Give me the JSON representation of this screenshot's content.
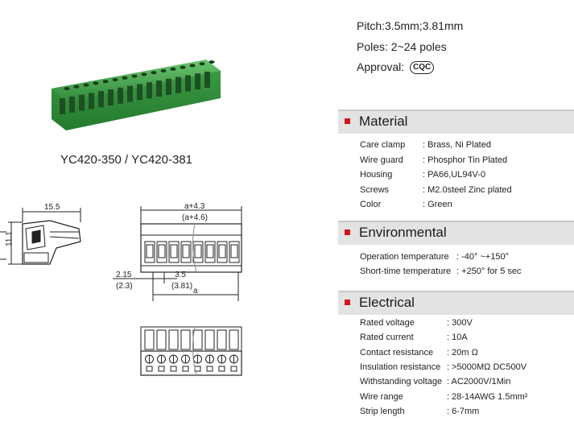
{
  "top_specs": {
    "pitch": "Pitch:3.5mm;3.81mm",
    "poles": "Poles: 2~24 poles",
    "approval_label": "Approval:",
    "approval_mark": "CQC"
  },
  "product": {
    "model": "YC420-350 / YC420-381"
  },
  "drawing": {
    "side_width": "15.5",
    "side_height": "11.1",
    "top_dim1": "a+4.3",
    "top_dim2": "(a+4.6)",
    "left_dim1": "2.15",
    "left_dim2": "(2.3)",
    "pitch_dim1": "3.5",
    "pitch_dim2": "(3.81)",
    "bottom_dim": "a"
  },
  "material": {
    "title": "Material",
    "rows": [
      {
        "k": "Care clamp",
        "v": ": Brass, Ni Plated"
      },
      {
        "k": "Wire guard",
        "v": ": Phosphor Tin Plated"
      },
      {
        "k": "Housing",
        "v": ": PA66,UL94V-0"
      },
      {
        "k": "Screws",
        "v": ": M2.0steel Zinc plated"
      },
      {
        "k": "Color",
        "v": ": Green"
      }
    ]
  },
  "environmental": {
    "title": "Environmental",
    "rows": [
      {
        "k": "Operation temperature",
        "v": ": -40°  ~+150°"
      },
      {
        "k": "Short-time temperature",
        "v": ": +250° for 5 sec"
      }
    ]
  },
  "electrical": {
    "title": "Electrical",
    "rows": [
      {
        "k": "Rated voltage",
        "v": ": 300V"
      },
      {
        "k": "Rated current",
        "v": ": 10A"
      },
      {
        "k": "Contact resistance",
        "v": ": 20m Ω"
      },
      {
        "k": "Insulation resistance",
        "v": ": >5000MΩ  DC500V"
      },
      {
        "k": "Withstanding voltage",
        "v": ": AC2000V/1Min"
      },
      {
        "k": "Wire range",
        "v": ": 28-14AWG 1.5mm²"
      },
      {
        "k": "Strip length",
        "v": ": 6-7mm"
      }
    ]
  },
  "colors": {
    "accent": "#d4151c",
    "section_bg": "#e3e3e3",
    "connector_green": "#3fa34d"
  }
}
